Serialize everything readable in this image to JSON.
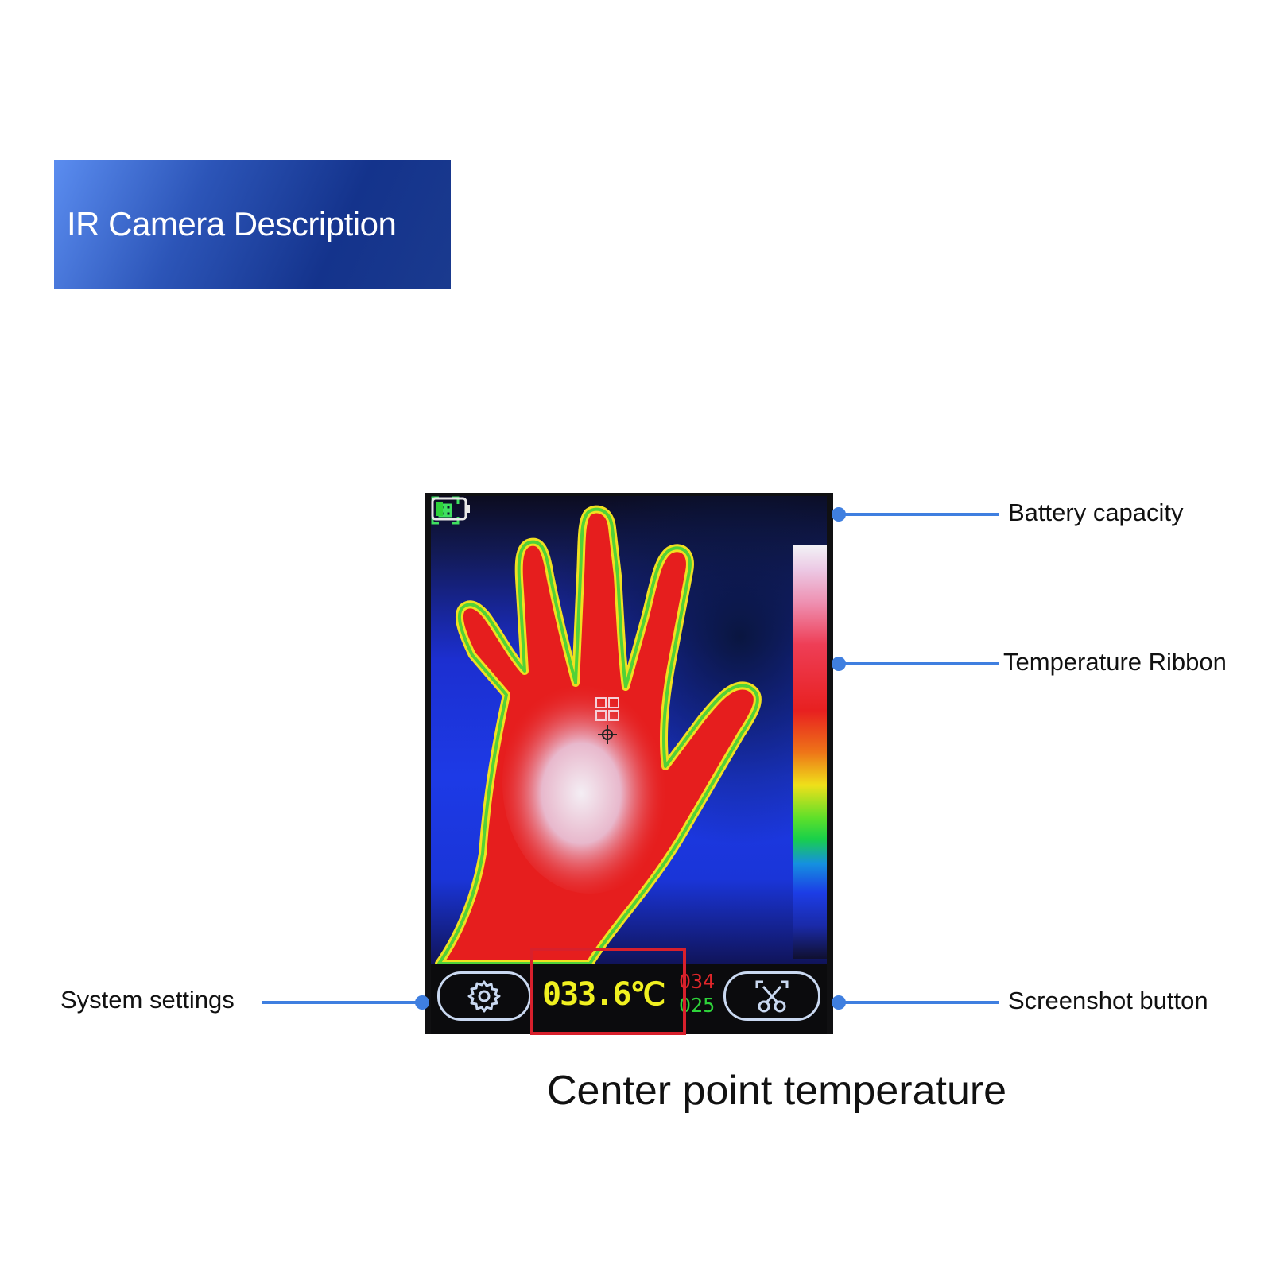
{
  "header": {
    "title": "IR Camera Description"
  },
  "device": {
    "center_temperature": "033.6℃",
    "max_temperature": "034",
    "min_temperature": "025"
  },
  "callouts": {
    "battery": "Battery capacity",
    "ribbon": "Temperature Ribbon",
    "settings": "System settings",
    "screenshot": "Screenshot button",
    "center_point": "Center point temperature"
  },
  "colors": {
    "accent_line": "#3f7fe0",
    "highlight": "#d8202c",
    "max_temp": "#e0262a",
    "min_temp": "#2ed33a",
    "readout": "#f0f020"
  },
  "icons": [
    "focus-frame-icon",
    "battery-icon",
    "gear-icon",
    "screenshot-icon",
    "crosshair-icon"
  ]
}
